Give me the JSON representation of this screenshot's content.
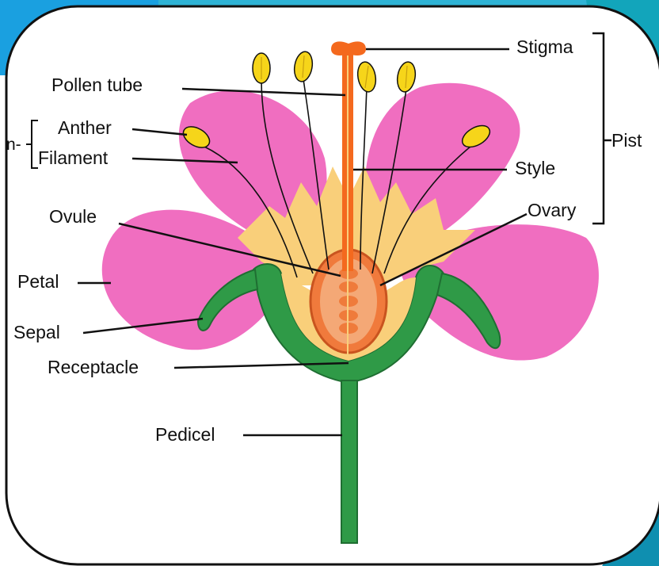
{
  "labels": {
    "stigma": "Stigma",
    "pollen_tube": "Pollen tube",
    "anther": "Anther",
    "filament": "Filament",
    "stamen_partial": "n-",
    "pistil_partial": "Pist",
    "style": "Style",
    "ovule": "Ovule",
    "ovary": "Ovary",
    "petal": "Petal",
    "sepal": "Sepal",
    "receptacle": "Receptacle",
    "pedicel": "Pedicel"
  },
  "colors": {
    "background_blue": "#1aa0e0",
    "teal_corner": "#12a5bb",
    "petal": "#f06ec0",
    "inner_glow": "#f9cf7a",
    "sepal_green": "#2f9a47",
    "ovary_orange": "#f07a3c",
    "style_orange": "#f4691e",
    "anther_yellow": "#f6d51a",
    "ovule_orange": "#ef7b3b"
  }
}
